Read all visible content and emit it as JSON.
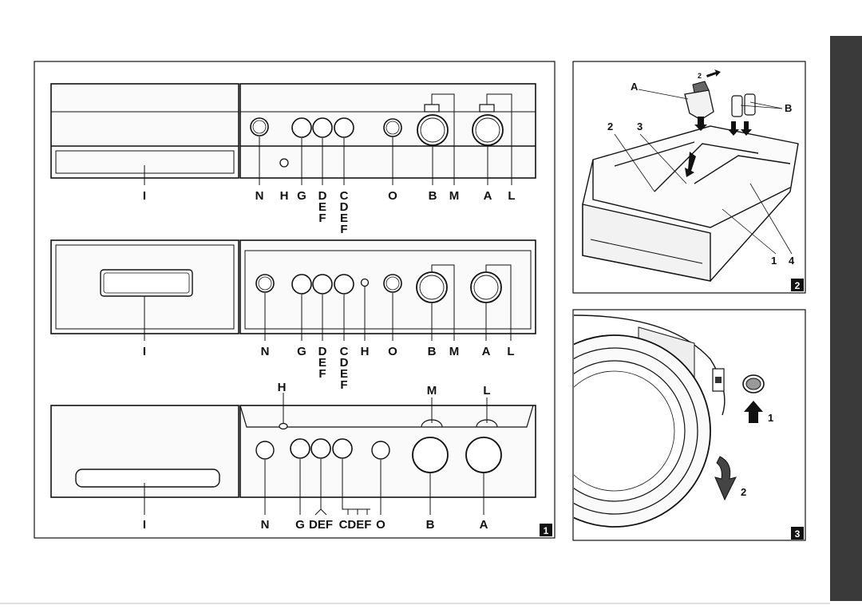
{
  "figure1": {
    "badge": "1",
    "panel1": {
      "labels": [
        "I",
        "N",
        "H",
        "G",
        "D",
        "E",
        "F",
        "C",
        "D",
        "E",
        "F",
        "O",
        "B",
        "M",
        "A",
        "L"
      ]
    },
    "panel2": {
      "labels": [
        "I",
        "N",
        "G",
        "D",
        "E",
        "F",
        "C",
        "D",
        "E",
        "F",
        "H",
        "O",
        "B",
        "M",
        "A",
        "L"
      ]
    },
    "panel3": {
      "labels": [
        "H",
        "M",
        "L",
        "I",
        "N",
        "G",
        "DEF",
        "CDEF",
        "O",
        "B",
        "A"
      ]
    }
  },
  "figure2": {
    "badge": "2",
    "labels": [
      "A",
      "2",
      "B",
      "2",
      "3",
      "1",
      "4"
    ]
  },
  "figure3": {
    "badge": "3",
    "labels": [
      "1",
      "2"
    ]
  },
  "colors": {
    "ink": "#111111",
    "panel_fill": "#f7f7f7",
    "page_edge": "#3a3a3a"
  }
}
